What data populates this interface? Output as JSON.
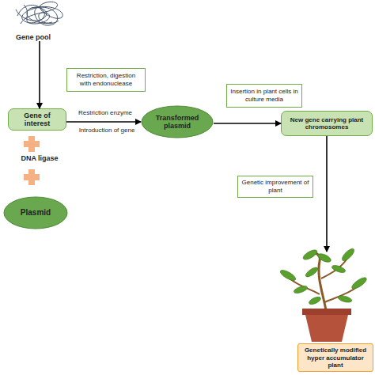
{
  "diagram": {
    "nodes": [
      {
        "text": [
          "Gene pool"
        ]
      },
      {
        "text": [
          "Gene of interest"
        ]
      },
      {
        "text": [
          "Plasmid"
        ]
      },
      {
        "text": [
          "Transformed plasmid"
        ]
      },
      {
        "text": [
          "New gene carrying plant chromosomes"
        ]
      },
      {
        "text": [
          "Genetically modified hyper accumulator plant"
        ]
      }
    ],
    "edges": [
      {
        "from": 0,
        "to": 1,
        "arrow": "to",
        "label": "Restriction, digestion with endonuclease"
      },
      {
        "from": 1,
        "to": 3,
        "arrow": "to",
        "label": "Restriction enzyme"
      },
      {
        "from": 3,
        "to": 4,
        "arrow": "to",
        "label": "Insertion in plant cells in culture media"
      },
      {
        "from": 4,
        "to": 5,
        "arrow": "to",
        "label": "Genetic improvement of plant"
      }
    ],
    "labels": [
      "DNA ligase",
      "Introduction of gene"
    ]
  }
}
